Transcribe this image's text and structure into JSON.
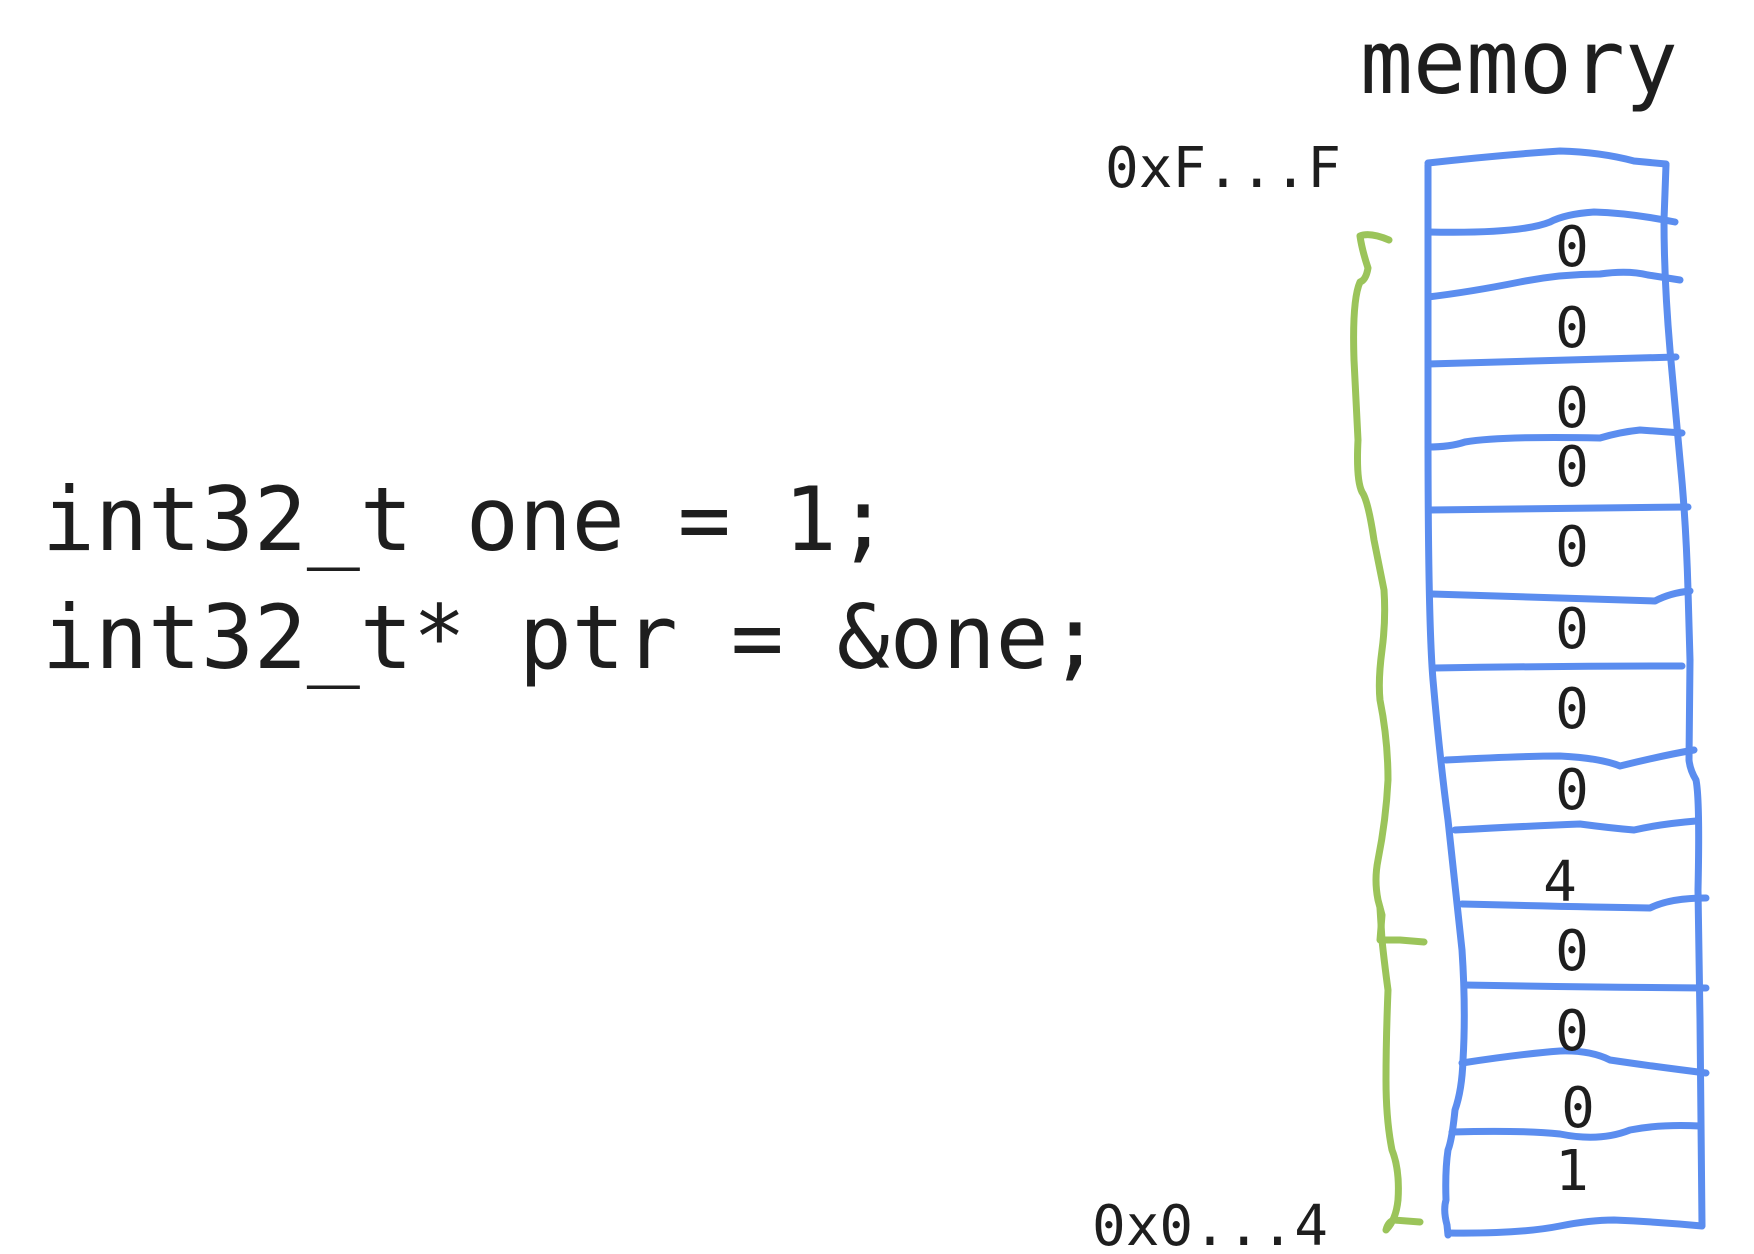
{
  "code": {
    "line1": "int32_t one = 1;",
    "line2": "int32_t* ptr = &one;"
  },
  "memory": {
    "title": "memory",
    "top_address": "0xF...F",
    "bottom_address": "0x0...4",
    "cells": [
      "0",
      "0",
      "0",
      "0",
      "0",
      "0",
      "0",
      "0",
      "4",
      "0",
      "0",
      "0",
      "1"
    ]
  },
  "colors": {
    "memory_outline": "#5b8def",
    "brace": "#9bc45a",
    "text": "#1e1e1e"
  }
}
